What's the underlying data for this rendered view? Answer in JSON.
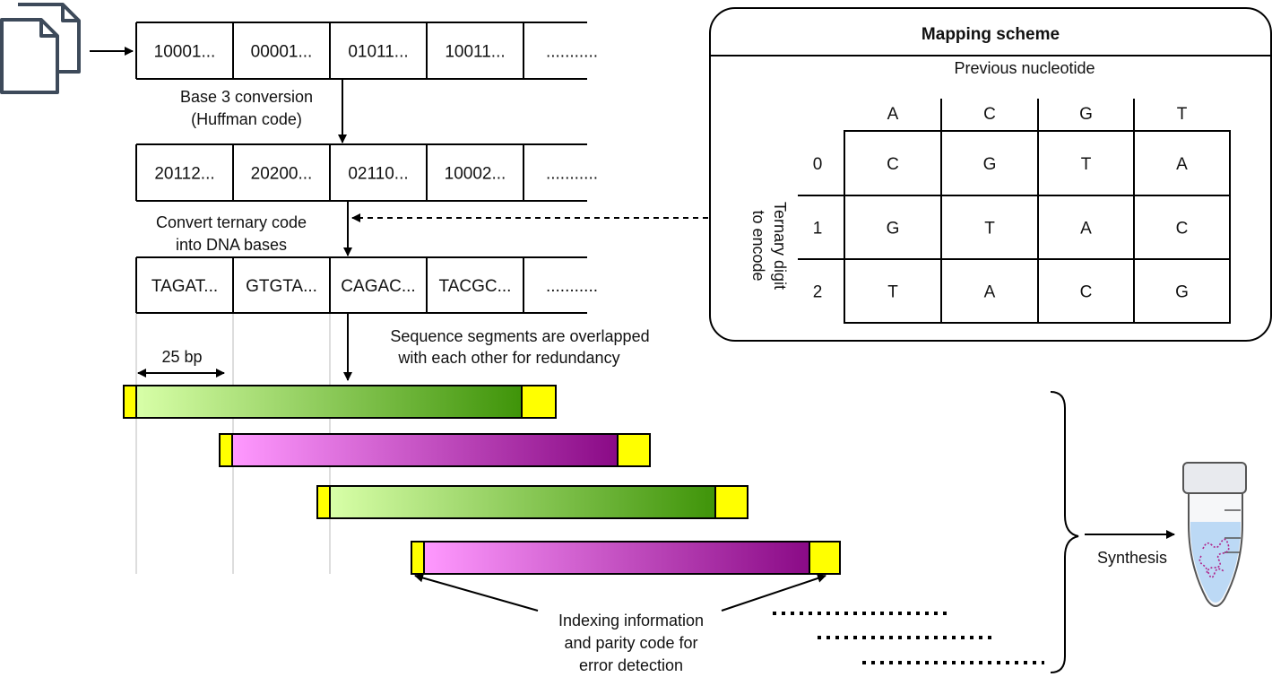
{
  "rows": {
    "binary": [
      "10001...",
      "00001...",
      "01011...",
      "10011...",
      "..........."
    ],
    "ternary": [
      "20112...",
      "20200...",
      "02110...",
      "10002...",
      "..........."
    ],
    "dna": [
      "TAGAT...",
      "GTGTA...",
      "CAGAC...",
      "TACGC...",
      "..........."
    ]
  },
  "labels": {
    "base3_line1": "Base 3 conversion",
    "base3_line2": "(Huffman code)",
    "convert_line1": "Convert ternary code",
    "convert_line2": "into DNA bases",
    "overlap_line1": "Sequence segments are overlapped",
    "overlap_line2": "with each other for redundancy",
    "bp": "25 bp",
    "index_line1": "Indexing information",
    "index_line2": "and parity code for",
    "index_line3": "error detection",
    "synthesis": "Synthesis"
  },
  "mapping": {
    "title": "Mapping scheme",
    "col_header": "Previous nucleotide",
    "row_header_line1": "Ternary digit",
    "row_header_line2": "to encode",
    "columns": [
      "A",
      "C",
      "G",
      "T"
    ],
    "row_keys": [
      "0",
      "1",
      "2"
    ],
    "cells": [
      [
        "C",
        "G",
        "T",
        "A"
      ],
      [
        "G",
        "T",
        "A",
        "C"
      ],
      [
        "T",
        "A",
        "C",
        "G"
      ]
    ]
  },
  "colors": {
    "green_start": "#d8ffa8",
    "green_end": "#3f9409",
    "magenta_start": "#ff99ff",
    "magenta_end": "#8a0a86",
    "yellow": "#ffff00",
    "file_icon": "#3d4a5a"
  }
}
